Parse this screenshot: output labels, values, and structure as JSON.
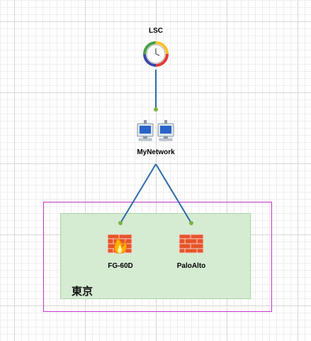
{
  "nodes": {
    "lsc": {
      "label": "LSC",
      "icon": "clock-icon"
    },
    "mynetwork": {
      "label": "MyNetwork",
      "icon": "network-computers-icon"
    },
    "fg60d": {
      "label": "FG-60D",
      "icon": "firewall-flame-icon"
    },
    "paloalto": {
      "label": "PaloAlto",
      "icon": "firewall-icon"
    }
  },
  "region": {
    "label": "東京"
  },
  "colors": {
    "link": "#2d6aa8",
    "connector_dot": "#7cb342",
    "region_border": "#cc33cc",
    "region_fill": "#d5ecd3",
    "firewall": "#e8542a"
  }
}
